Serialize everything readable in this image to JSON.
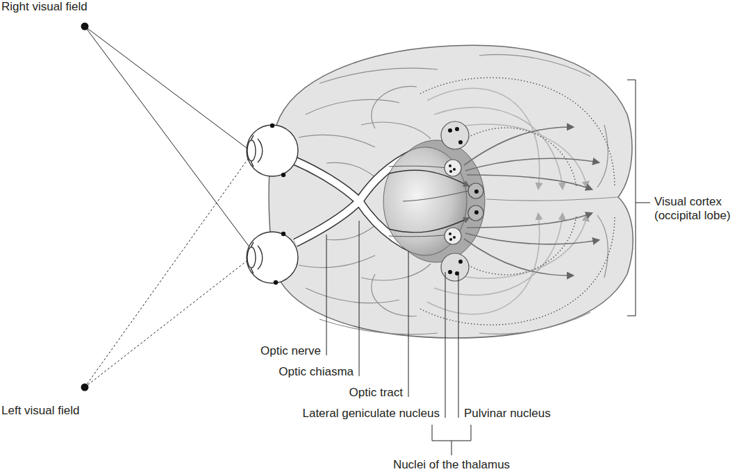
{
  "diagram": {
    "labels": [
      "Right visual field",
      "Left visual field",
      "Optic nerve",
      "Optic chiasma",
      "Optic tract",
      "Lateral geniculate nucleus",
      "Pulvinar nucleus",
      "Nuclei of the thalamus",
      "Visual cortex (occipital lobe)"
    ]
  }
}
